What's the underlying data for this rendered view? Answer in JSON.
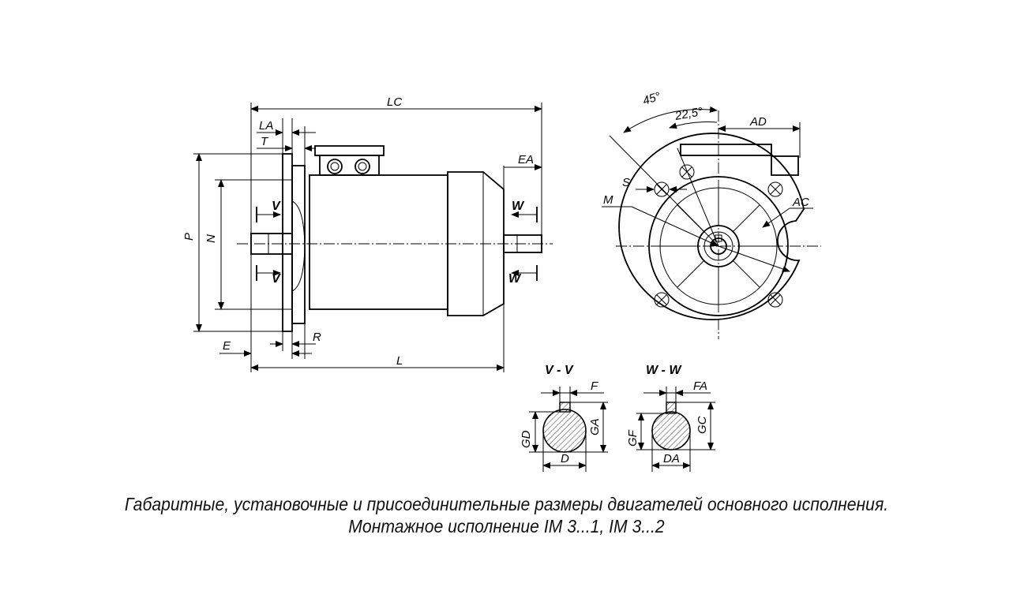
{
  "labels": {
    "lc": "LC",
    "la": "LA",
    "t": "T",
    "ea": "EA",
    "p": "P",
    "n": "N",
    "v_top": "V",
    "v_bottom": "V",
    "w_top": "W",
    "w_bottom": "W",
    "e": "E",
    "r": "R",
    "l": "L",
    "deg45": "45°",
    "deg22": "22,5°",
    "ad": "AD",
    "s": "S",
    "m": "M",
    "ac": "AC",
    "vv": "V - V",
    "ww": "W - W",
    "f": "F",
    "fa": "FA",
    "gd": "GD",
    "ga": "GA",
    "d": "D",
    "gf": "GF",
    "gc": "GC",
    "da": "DA"
  },
  "caption": {
    "line1": "Габаритные, установочные и присоединительные размеры двигателей основного исполнения.",
    "line2": "Монтажное исполнение IM 3...1, IM 3...2"
  }
}
